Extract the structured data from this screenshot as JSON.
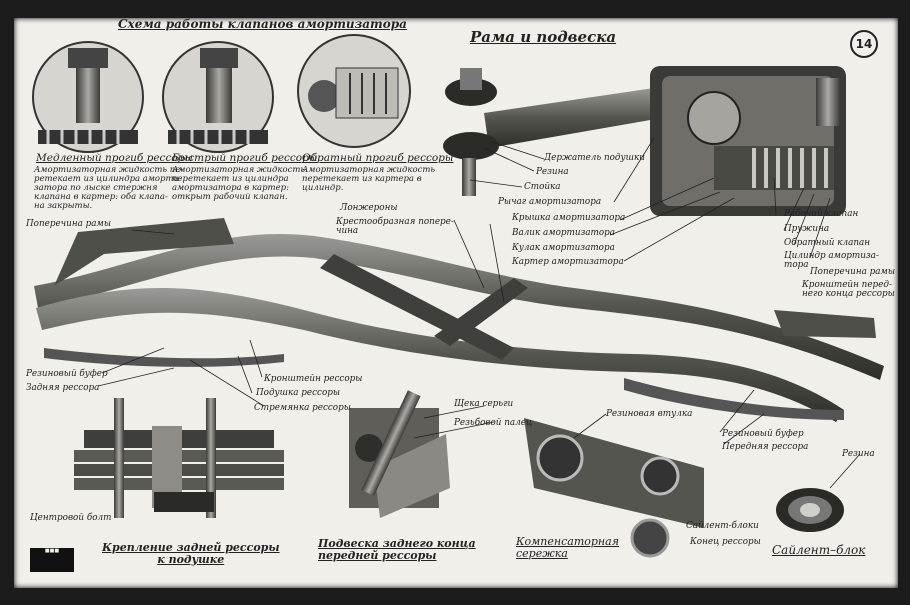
{
  "page_number": "14",
  "title": "Рама и подвеска",
  "valves_title": "Схема работы клапанов амортизатора",
  "valves": [
    {
      "title": "Медленный прогиб рессоры",
      "text": "Амортизаторная жидкость пе-\nретекает из цилиндра аморти-\nзатора по лыске стержня\nклапана в картер: оба клапа-\nна закрыты."
    },
    {
      "title": "Быстрый прогиб рессоры",
      "text": "Амортизаторная жидкость\nперетекает из цилиндра\nамортизатора в картер:\nоткрыт рабочий клапан."
    },
    {
      "title": "Обратный прогиб рессоры",
      "text": "Амортизаторная жидкость\nперетекает из картера в\nцилиндр."
    }
  ],
  "shock_labels": [
    "Держатель подушки",
    "Резина",
    "Стойка",
    "Рычаг амортизатора",
    "Крышка амортизатора",
    "Валик амортизатора",
    "Кулак амортизатора",
    "Картер амортизатора",
    "Рабочий клапан",
    "Пружина",
    "Обратный клапан",
    "Цилиндр амортиза-\nтора"
  ],
  "frame_labels": [
    "Поперечина рамы",
    "Лонжероны",
    "Крестообразная попере-\nчина",
    "Поперечина рамы",
    "Кронштейн перед-\nнего конца рессоры",
    "Резиновый буфер",
    "Задняя рессора",
    "Кронштейн рессоры",
    "Подушка рессоры",
    "Стремянка рессоры",
    "Резиновый буфер",
    "Передняя рессора"
  ],
  "detail_labels": [
    "Центровой болт",
    "Щека серьги",
    "Резьбовой палец",
    "Резиновая втулка",
    "Резина",
    "Сайлент-блоки",
    "Конец рессоры"
  ],
  "captions": [
    "Крепление задней рессоры\nк подушке",
    "Подвеска заднего конца\nпередней рессоры",
    "Компенсаторная\nсережка",
    "Сайлент–блок"
  ],
  "colors": {
    "paper": "#f1efe9",
    "metal": "#6b6b68",
    "dark": "#2a2a2a",
    "ink": "#222222"
  }
}
